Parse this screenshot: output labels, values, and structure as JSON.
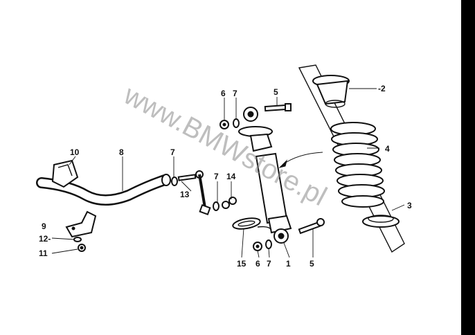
{
  "watermark": "www.BMWstore.pl",
  "callouts": [
    {
      "id": "c6a",
      "text": "6"
    },
    {
      "id": "c7a",
      "text": "7"
    },
    {
      "id": "c5a",
      "text": "5"
    },
    {
      "id": "c2",
      "text": "-2"
    },
    {
      "id": "c4",
      "text": "4"
    },
    {
      "id": "c3",
      "text": "3"
    },
    {
      "id": "c10",
      "text": "10"
    },
    {
      "id": "c8",
      "text": "8"
    },
    {
      "id": "c7b",
      "text": "7"
    },
    {
      "id": "c13",
      "text": "13"
    },
    {
      "id": "c7c",
      "text": "7"
    },
    {
      "id": "c14",
      "text": "14"
    },
    {
      "id": "c9",
      "text": "9"
    },
    {
      "id": "c12",
      "text": "12-"
    },
    {
      "id": "c11",
      "text": "11"
    },
    {
      "id": "c15",
      "text": "15"
    },
    {
      "id": "c6b",
      "text": "6"
    },
    {
      "id": "c7d",
      "text": "7"
    },
    {
      "id": "c1",
      "text": "1"
    },
    {
      "id": "c5b",
      "text": "5"
    }
  ],
  "colors": {
    "ink": "#111111",
    "paper": "#ffffff",
    "edge_bar": "#000000",
    "watermark": "#8a8a8a"
  }
}
